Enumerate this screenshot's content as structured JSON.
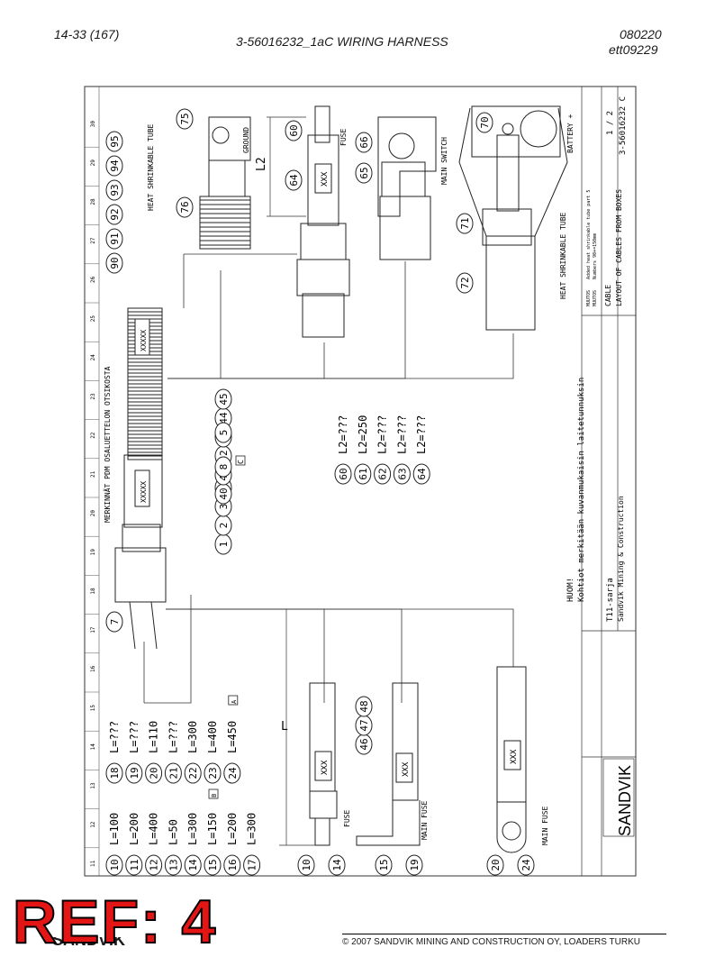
{
  "header": {
    "page": "14-33 (167)",
    "title": "3-56016232_1aC WIRING HARNESS",
    "code1": "080220",
    "code2": "ett09229"
  },
  "footer": "© 2007 SANDVIK MINING AND CONSTRUCTION OY, LOADERS TURKU",
  "ref_stamp": "REF: 4",
  "under_logo": "SANDVIK",
  "drawing": {
    "label_ground": "GROUND",
    "label_fuse_top": "FUSE",
    "label_main_switch": "MAIN SWITCH",
    "label_battery": "BATTERY +",
    "label_heat_tube_1": "HEAT SHRINKABLE TUBE",
    "label_heat_tube_2": "HEAT SHRINKABLE TUBE",
    "label_merkinnat": "MERKINNÄT PDM OSALUETTELON OTSIKOSTA",
    "label_fuse_bottom": "FUSE",
    "label_main_fuse_1": "MAIN FUSE",
    "label_main_fuse_2": "MAIN FUSE",
    "label_xxx": "XXX",
    "label_xxxxx": "XXXXX",
    "label_L": "L",
    "label_L2": "L2",
    "note_huom": "HUOM!",
    "note_text": "Kohtiot merkitään kuvanmukaisin laitetunnuksin",
    "l2_items": [
      {
        "n": "60",
        "v": "L2=???"
      },
      {
        "n": "61",
        "v": "L2=250"
      },
      {
        "n": "62",
        "v": "L2=???"
      },
      {
        "n": "63",
        "v": "L2=???"
      },
      {
        "n": "64",
        "v": "L2=???"
      }
    ],
    "l_col1": [
      {
        "n": "10",
        "v": "L=100"
      },
      {
        "n": "11",
        "v": "L=200"
      },
      {
        "n": "12",
        "v": "L=400"
      },
      {
        "n": "13",
        "v": "L=50"
      },
      {
        "n": "14",
        "v": "L=300"
      },
      {
        "n": "15",
        "v": "L=150",
        "b": "B"
      },
      {
        "n": "16",
        "v": "L=200"
      },
      {
        "n": "17",
        "v": "L=300"
      }
    ],
    "l_col2": [
      {
        "n": "18",
        "v": "L=???"
      },
      {
        "n": "19",
        "v": "L=???"
      },
      {
        "n": "20",
        "v": "L=110"
      },
      {
        "n": "21",
        "v": "L=???"
      },
      {
        "n": "22",
        "v": "L=300"
      },
      {
        "n": "23",
        "v": "L=400"
      },
      {
        "n": "24",
        "v": "L=450",
        "b": "A"
      }
    ],
    "balloons_1": [
      "1",
      "2",
      "3",
      "4"
    ],
    "balloons_40": [
      "40",
      "41",
      "42",
      "43",
      "44",
      "45"
    ],
    "balloons_90": [
      "90",
      "91",
      "92",
      "93",
      "94",
      "95"
    ],
    "balloons_46": [
      "46",
      "47",
      "48"
    ],
    "misc_balloons": {
      "b5": "5",
      "b8": "8",
      "b8box": "C",
      "b7": "7",
      "b75": "75",
      "b76": "76",
      "b60": "60",
      "b64": "64",
      "b65": "65",
      "b66": "66",
      "b70": "70",
      "b71": "71",
      "b72": "72",
      "b10": "10",
      "b14": "14",
      "b15": "15",
      "b19": "19",
      "b20": "20",
      "b24": "24"
    },
    "grid_numbers": [
      "11",
      "12",
      "13",
      "14",
      "15",
      "16",
      "17",
      "18",
      "19",
      "20",
      "21",
      "22",
      "23",
      "24",
      "25",
      "26",
      "27",
      "28",
      "29",
      "30"
    ]
  },
  "title_block": {
    "logo": "SANDVIK",
    "series": "T11-sarja",
    "company": "Sandvik Mining & Construction",
    "cable": "CABLE",
    "description": "LAYOUT OF CABLES FROM BOXES",
    "sheet": "1 / 2",
    "drawing_no": "3-56016232 C",
    "rev_text_1": "Added heat shrinkable tube part 5",
    "rev_text_2": "Numbers 90+=150mm",
    "rev_label_1": "MUUTOS",
    "rev_label_2": "MUUTOS"
  }
}
